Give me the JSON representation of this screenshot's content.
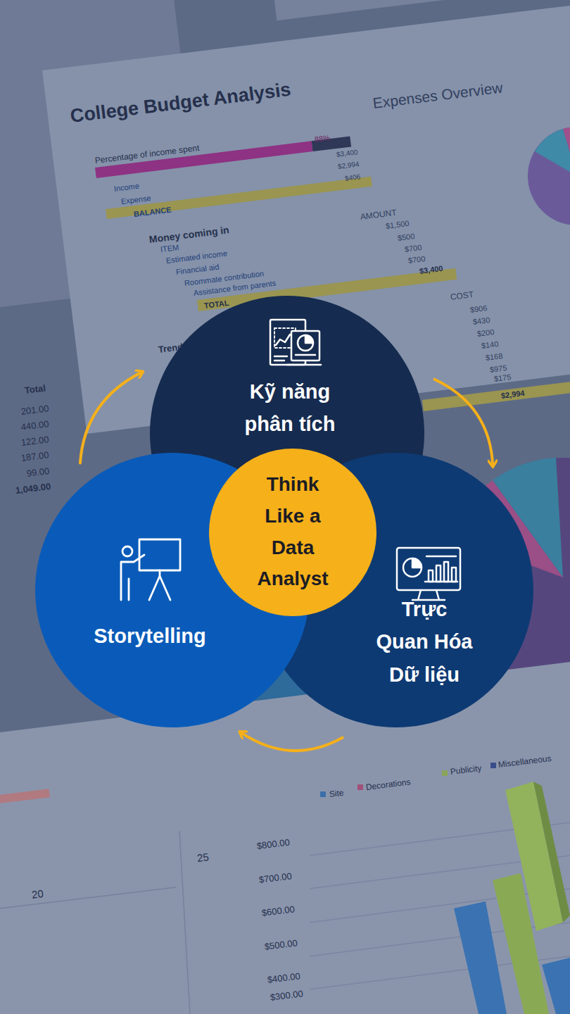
{
  "diagram": {
    "nodes": [
      {
        "text": [
          "Kỹ năng phân tích"
        ]
      },
      {
        "text": [
          "Trực Quan Hóa Dữ liệu"
        ]
      },
      {
        "text": [
          "Storytelling"
        ]
      },
      {
        "text": [
          "Think Like a Data Analyst"
        ]
      }
    ],
    "edges": [
      {
        "from": 0,
        "to": 1,
        "arrow": "to"
      },
      {
        "from": 1,
        "to": 2,
        "arrow": "to"
      },
      {
        "from": 2,
        "to": 0,
        "arrow": "to"
      }
    ],
    "labels": [
      "College Budget Analysis",
      "Expenses Overview",
      "Percentage of income spent",
      "88%",
      "$3,400",
      "$2,994",
      "$406",
      "Income",
      "Expense",
      "BALANCE",
      "Money coming in",
      "AMOUNT",
      "ITEM",
      "Estimated income",
      "Financial aid",
      "Roommate contribution",
      "Assistance from parents",
      "TOTAL",
      "$1,500",
      "$500",
      "$700",
      "$700",
      "$3,400",
      "COST",
      "$906",
      "$430",
      "$200",
      "$140",
      "$168",
      "$975",
      "$175",
      "$2,994",
      "Total",
      "Trend",
      "201.00",
      "440.00",
      "122.00",
      "187.00",
      "99.00",
      "1,049.00",
      "Site",
      "Decorations",
      "Publicity",
      "Miscellaneous",
      "$800.00",
      "$700.00",
      "$600.00",
      "$500.00",
      "$400.00",
      "$300.00",
      "25",
      "20"
    ]
  }
}
